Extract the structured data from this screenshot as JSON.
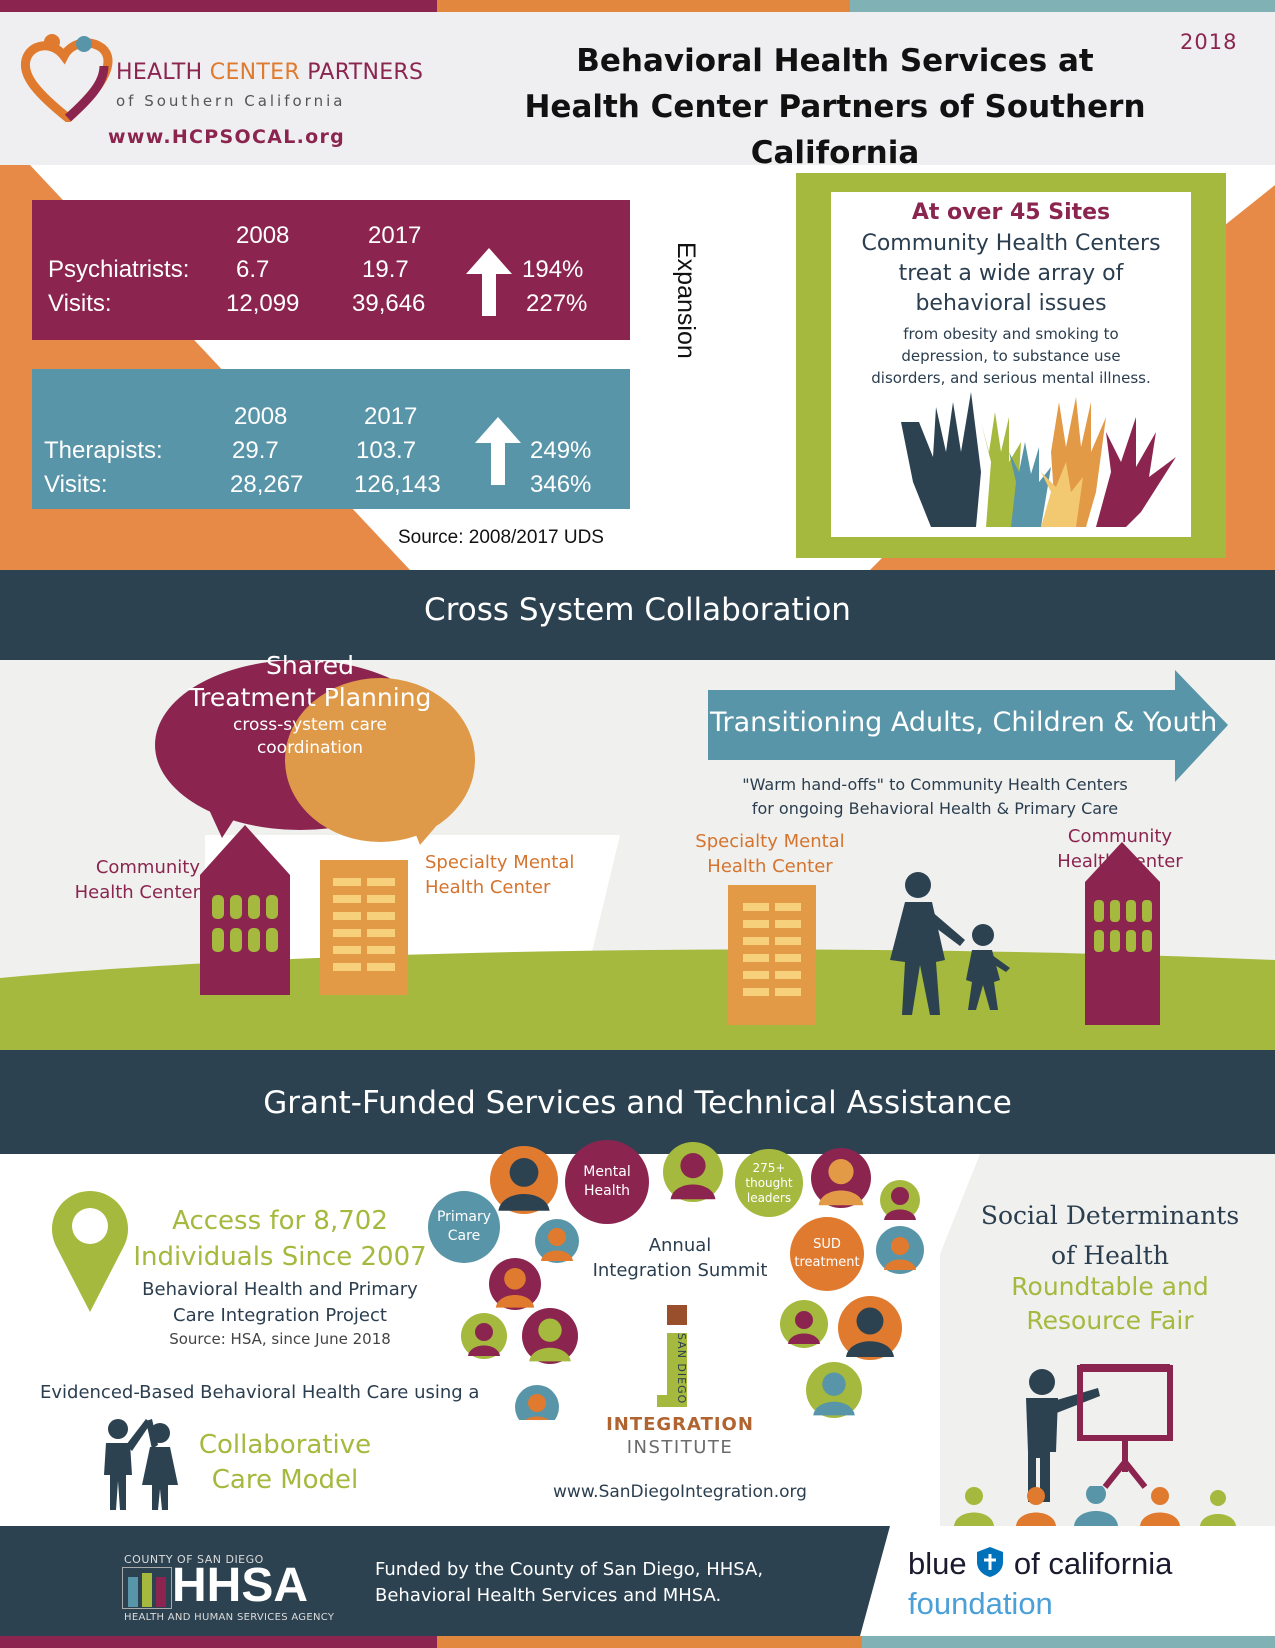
{
  "header": {
    "year": "2018",
    "title_line1": "Behavioral Health Services at",
    "title_line2": "Health Center Partners of Southern California",
    "logo_name_a": "HEALTH ",
    "logo_name_b": "CENTER",
    "logo_name_c": " PARTNERS",
    "logo_sub": "of Southern California",
    "url": "www.HCPSOCAL.org"
  },
  "stats": {
    "psych": {
      "year_a": "2008",
      "year_b": "2017",
      "row1_label": "Psychiatrists:",
      "row1_a": "6.7",
      "row1_b": "19.7",
      "row1_pct": "194%",
      "row2_label": "Visits:",
      "row2_a": "12,099",
      "row2_b": "39,646",
      "row2_pct": "227%"
    },
    "ther": {
      "year_a": "2008",
      "year_b": "2017",
      "row1_label": "Therapists:",
      "row1_a": "29.7",
      "row1_b": "103.7",
      "row1_pct": "249%",
      "row2_label": "Visits:",
      "row2_a": "28,267",
      "row2_b": "126,143",
      "row2_pct": "346%"
    },
    "expansion": "Expansion",
    "source": "Source: 2008/2017 UDS"
  },
  "sites": {
    "title": "At over 45 Sites",
    "main_1": "Community Health Centers",
    "main_2": "treat a wide array of",
    "main_3": "behavioral issues",
    "small_1": "from obesity and smoking to",
    "small_2": "depression, to substance use",
    "small_3": "disorders,  and serious mental illness."
  },
  "collab": {
    "band_title": "Cross System Collaboration",
    "bubble_1": "Shared",
    "bubble_2": "Treatment Planning",
    "bubble_3": "cross-system care",
    "bubble_4": "coordination",
    "chc_1": "Community",
    "chc_2": "Health Center",
    "smhc_1": "Specialty Mental",
    "smhc_2": "Health Center",
    "arrow": "Transitioning Adults, Children & Youth",
    "warm_1": "\"Warm hand-offs\" to Community Health Centers",
    "warm_2": "for ongoing Behavioral Health & Primary Care",
    "smhc2_1": "Specialty Mental",
    "smhc2_2": "Health Center",
    "chc2_1": "Community",
    "chc2_2": "Health Center"
  },
  "grant": {
    "band_title": "Grant-Funded Services and Technical Assistance",
    "access_1": "Access for 8,702",
    "access_2": "Individuals Since 2007",
    "access_sub_1": "Behavioral Health and Primary",
    "access_sub_2": "Care Integration Project",
    "access_src": "Source: HSA, since June 2018",
    "evidence": "Evidenced-Based Behavioral Health Care using a",
    "collab_1": "Collaborative",
    "collab_2": "Care Model",
    "c_primary_1": "Primary",
    "c_primary_2": "Care",
    "c_mental_1": "Mental",
    "c_mental_2": "Health",
    "c_leaders_1": "275+",
    "c_leaders_2": "thought",
    "c_leaders_3": "leaders",
    "c_sud_1": "SUD",
    "c_sud_2": "treatment",
    "summit_1": "Annual",
    "summit_2": "Integration Summit",
    "ii_sd": "SAN DIEGO",
    "ii_name1": "INTEGRATION",
    "ii_name2": "INSTITUTE",
    "ii_url": "www.SanDiegoIntegration.org",
    "sdoh_1": "Social Determinants",
    "sdoh_2": "of Health",
    "sdoh_3": "Roundtable and",
    "sdoh_4": "Resource Fair"
  },
  "footer": {
    "county": "COUNTY OF SAN DIEGO",
    "hhsa": "HHSA",
    "agency": "HEALTH AND HUMAN SERVICES AGENCY",
    "funded_1": "Funded by the County of San Diego, HHSA,",
    "funded_2": "Behavioral Health Services and MHSA.",
    "blue_1": "blue",
    "blue_2": "of california",
    "blue_3": "foundation"
  },
  "colors": {
    "maroon": "#8b2550",
    "orange": "#e78a48",
    "teal": "#5995a8",
    "green": "#a4b93d",
    "navy": "#2c4251",
    "building_orange": "#e39a47"
  }
}
